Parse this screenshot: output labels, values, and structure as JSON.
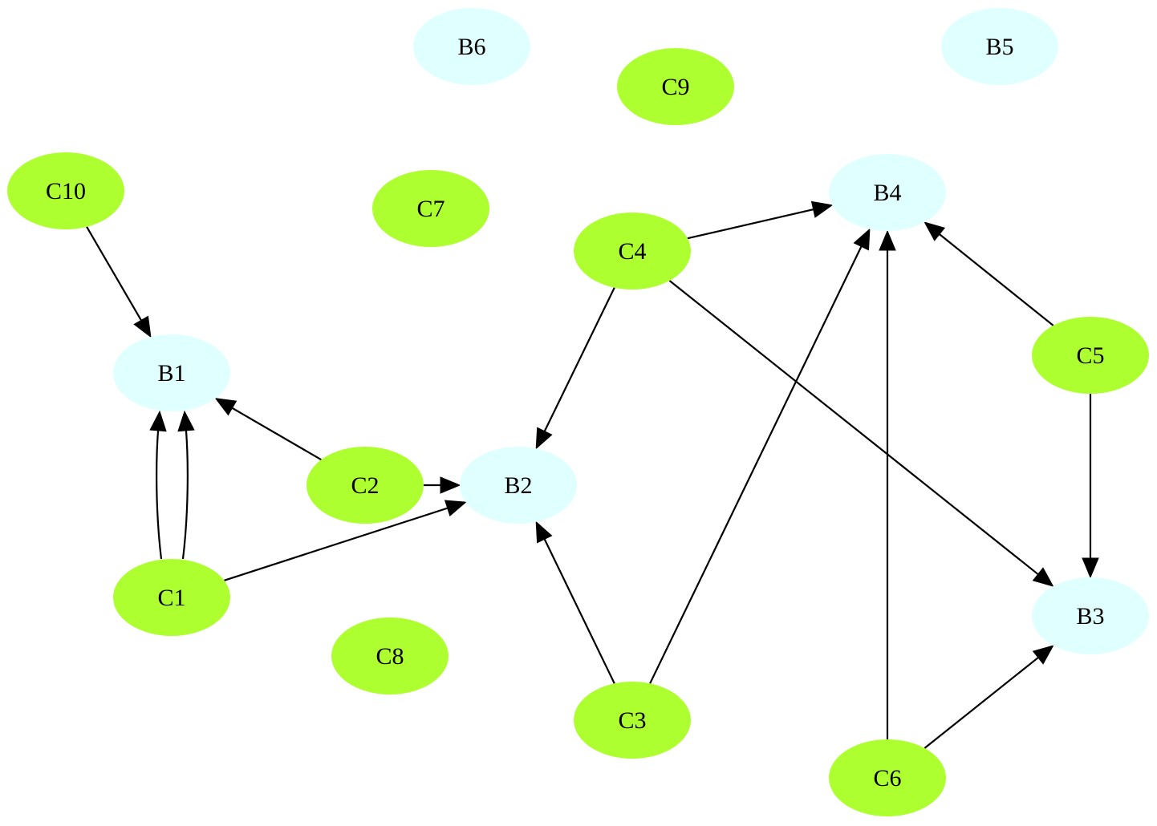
{
  "graph": {
    "colors": {
      "c_fill": "#adff2f",
      "b_fill": "#e0ffff"
    },
    "nodes": [
      {
        "id": "B6",
        "label": "B6",
        "group": "b"
      },
      {
        "id": "B5",
        "label": "B5",
        "group": "b"
      },
      {
        "id": "C9",
        "label": "C9",
        "group": "c"
      },
      {
        "id": "C10",
        "label": "C10",
        "group": "c"
      },
      {
        "id": "C7",
        "label": "C7",
        "group": "c"
      },
      {
        "id": "B4",
        "label": "B4",
        "group": "b"
      },
      {
        "id": "C4",
        "label": "C4",
        "group": "c"
      },
      {
        "id": "C5",
        "label": "C5",
        "group": "c"
      },
      {
        "id": "B1",
        "label": "B1",
        "group": "b"
      },
      {
        "id": "C2",
        "label": "C2",
        "group": "c"
      },
      {
        "id": "B2",
        "label": "B2",
        "group": "b"
      },
      {
        "id": "C1",
        "label": "C1",
        "group": "c"
      },
      {
        "id": "B3",
        "label": "B3",
        "group": "b"
      },
      {
        "id": "C8",
        "label": "C8",
        "group": "c"
      },
      {
        "id": "C3",
        "label": "C3",
        "group": "c"
      },
      {
        "id": "C6",
        "label": "C6",
        "group": "c"
      }
    ],
    "edges": [
      {
        "from": "C10",
        "to": "B1"
      },
      {
        "from": "C1",
        "to": "B1"
      },
      {
        "from": "C1",
        "to": "B1"
      },
      {
        "from": "C2",
        "to": "B1"
      },
      {
        "from": "C2",
        "to": "B2"
      },
      {
        "from": "C1",
        "to": "B2"
      },
      {
        "from": "C4",
        "to": "B2"
      },
      {
        "from": "C3",
        "to": "B2"
      },
      {
        "from": "C4",
        "to": "B4"
      },
      {
        "from": "C3",
        "to": "B4"
      },
      {
        "from": "C6",
        "to": "B4"
      },
      {
        "from": "C5",
        "to": "B4"
      },
      {
        "from": "C4",
        "to": "B3"
      },
      {
        "from": "C5",
        "to": "B3"
      },
      {
        "from": "C6",
        "to": "B3"
      }
    ]
  }
}
